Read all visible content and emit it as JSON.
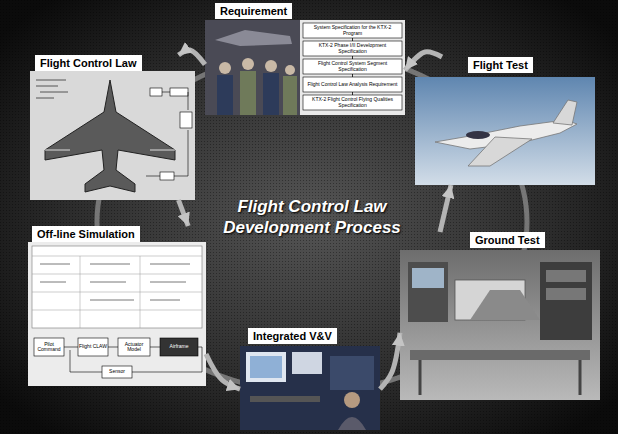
{
  "diagram": {
    "title": "Flight Control Law Development Process",
    "nodes": [
      {
        "text": [
          "Requirement"
        ]
      },
      {
        "text": [
          "Flight Control Law"
        ]
      },
      {
        "text": [
          "Off-line Simulation"
        ]
      },
      {
        "text": [
          "Integrated V&V"
        ]
      },
      {
        "text": [
          "Ground Test"
        ]
      },
      {
        "text": [
          "Flight Test"
        ]
      }
    ],
    "edges": [
      {
        "from": 0,
        "to": 1,
        "arrow": "to"
      },
      {
        "from": 1,
        "to": 2,
        "arrow": "to"
      },
      {
        "from": 2,
        "to": 3,
        "arrow": "to"
      },
      {
        "from": 3,
        "to": 4,
        "arrow": "to"
      },
      {
        "from": 4,
        "to": 5,
        "arrow": "to"
      },
      {
        "from": 5,
        "to": 0,
        "arrow": "to"
      }
    ],
    "labels": [
      "System Specification for the KTX-2 Program",
      "KTX-2 Phase I/II Development Specification",
      "Flight Control System Segment Specification",
      "Flight Control Law Analysis Requirement",
      "KTX-2 Flight Control Flying Qualities Specification",
      "Pilot Command",
      "Flight CLAW",
      "Actuator Model",
      "Airframe",
      "Sensor"
    ]
  }
}
